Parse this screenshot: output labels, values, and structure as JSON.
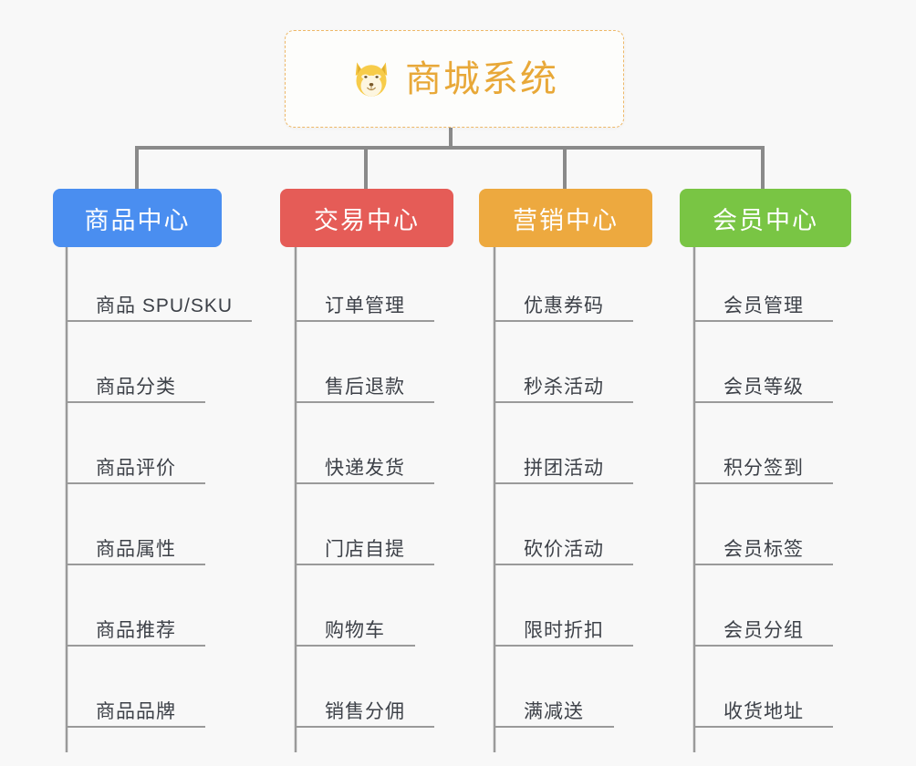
{
  "diagram": {
    "type": "mind-map",
    "background_color": "#f8f8f8",
    "connector_color": "#8a8a8a",
    "root": {
      "title": "商城系统",
      "icon": "shiba-dog-face-icon",
      "text_color": "#e8a838",
      "border_color": "#eeb868",
      "background_color": "#fdfdfb"
    },
    "branches": [
      {
        "label": "商品中心",
        "color": "#4a8ef0",
        "items": [
          "商品 SPU/SKU",
          "商品分类",
          "商品评价",
          "商品属性",
          "商品推荐",
          "商品品牌"
        ]
      },
      {
        "label": "交易中心",
        "color": "#e55c57",
        "items": [
          "订单管理",
          "售后退款",
          "快递发货",
          "门店自提",
          "购物车",
          "销售分佣"
        ]
      },
      {
        "label": "营销中心",
        "color": "#eda93f",
        "items": [
          "优惠券码",
          "秒杀活动",
          "拼团活动",
          "砍价活动",
          "限时折扣",
          "满减送"
        ]
      },
      {
        "label": "会员中心",
        "color": "#79c544",
        "items": [
          "会员管理",
          "会员等级",
          "积分签到",
          "会员标签",
          "会员分组",
          "收货地址"
        ]
      }
    ]
  }
}
